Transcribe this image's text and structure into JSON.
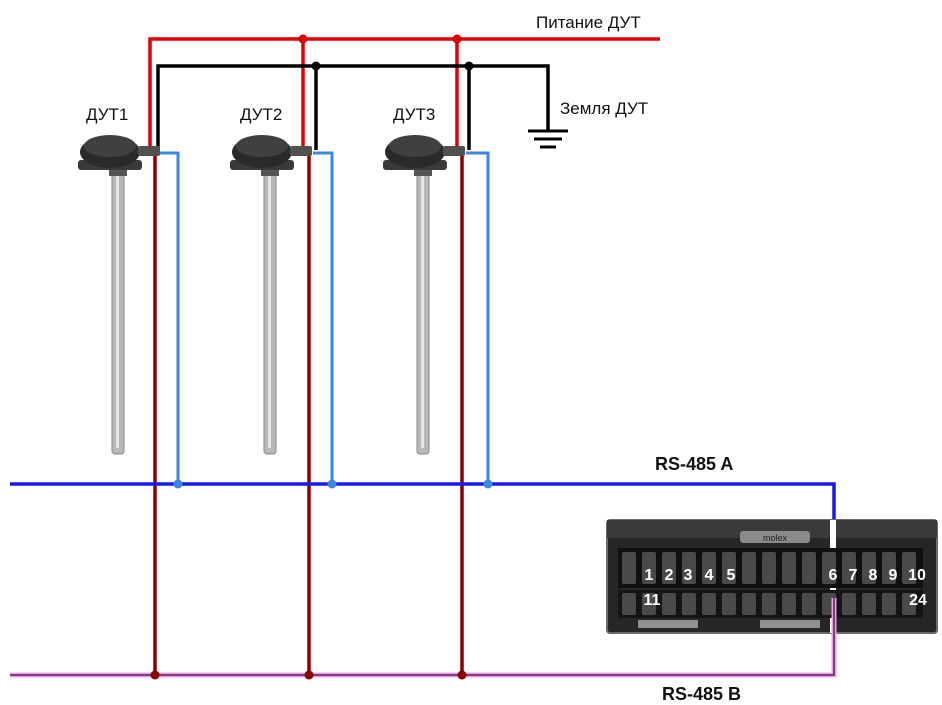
{
  "labels": {
    "power": "Питание ДУТ",
    "ground": "Земля ДУТ",
    "rs485_a": "RS-485 A",
    "rs485_b": "RS-485 B"
  },
  "sensors": [
    {
      "label": "ДУТ1"
    },
    {
      "label": "ДУТ2"
    },
    {
      "label": "ДУТ3"
    }
  ],
  "connector": {
    "brand": "molex",
    "top_pins": [
      "1",
      "2",
      "3",
      "4",
      "5",
      "6",
      "7",
      "8",
      "9",
      "10"
    ],
    "bottom_pins": [
      "11",
      "24"
    ]
  },
  "colors": {
    "power_wire": "#e00000",
    "ground_wire": "#000000",
    "dark_red_wire": "#8b0000",
    "sensor_blue_wire": "#3a86e0",
    "rs485_a_wire": "#1a1ae8",
    "rs485_b_wire": "#e8a0e8",
    "connector_body": "#1e1e1e"
  }
}
